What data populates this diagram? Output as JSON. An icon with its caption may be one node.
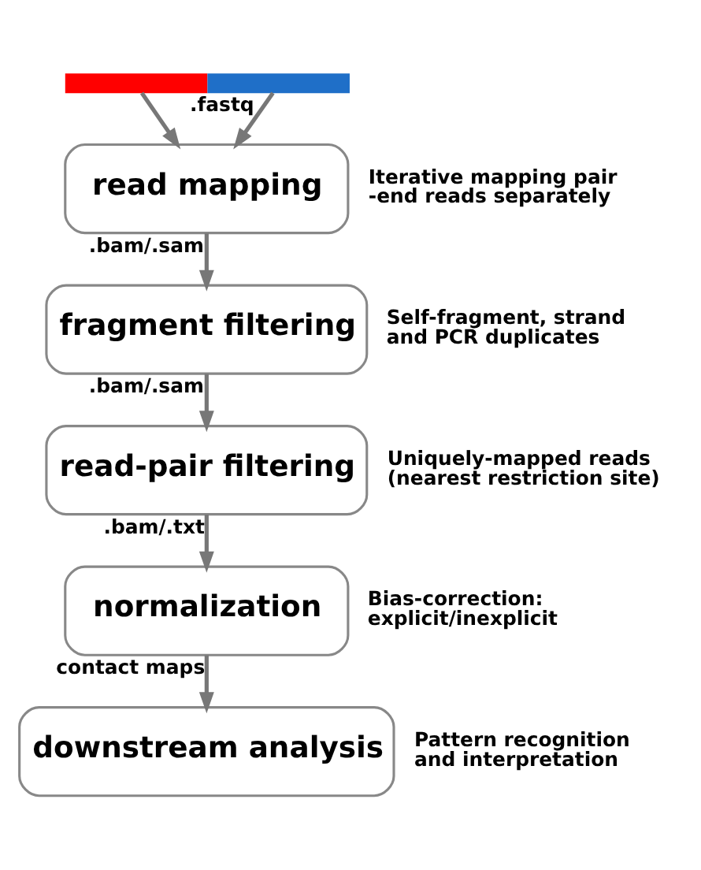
{
  "diagram": {
    "nodes": [
      {
        "text": [],
        "shape": "bar"
      },
      {
        "text": [],
        "shape": "bar"
      },
      {
        "text": [
          "read mapping"
        ],
        "beside": [
          "Iterative mapping pair -end reads separately"
        ]
      },
      {
        "text": [
          "fragment filtering"
        ],
        "beside": [
          "Self-fragment, strand and PCR duplicates"
        ]
      },
      {
        "text": [
          "read-pair filtering"
        ],
        "beside": [
          "Uniquely-mapped reads (nearest restriction site)"
        ]
      },
      {
        "text": [
          "normalization"
        ],
        "beside": [
          "Bias-correction: explicit/inexplicit"
        ]
      },
      {
        "text": [
          "downstream analysis"
        ],
        "beside": [
          "Pattern recognition and interpretation"
        ]
      }
    ],
    "edges": [
      {
        "from": 0,
        "to": 2,
        "arrow": "to"
      },
      {
        "from": 1,
        "to": 2,
        "arrow": "to",
        "label": ".fastq"
      },
      {
        "from": 2,
        "to": 3,
        "arrow": "to",
        "label": ".bam/.sam"
      },
      {
        "from": 3,
        "to": 4,
        "arrow": "to",
        "label": ".bam/.sam"
      },
      {
        "from": 4,
        "to": 5,
        "arrow": "to",
        "label": ".bam/.txt"
      },
      {
        "from": 5,
        "to": 6,
        "arrow": "to",
        "label": "contact maps"
      }
    ]
  }
}
